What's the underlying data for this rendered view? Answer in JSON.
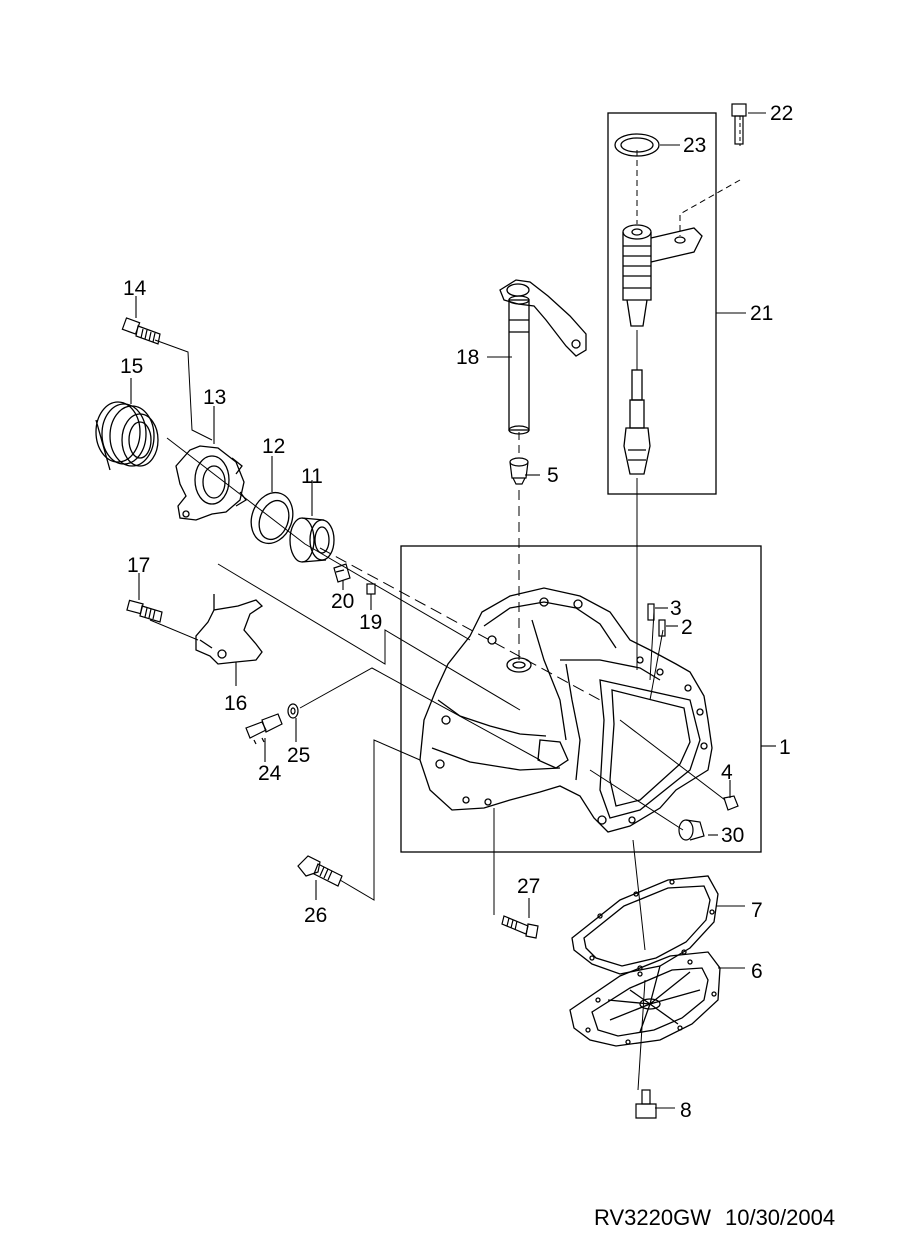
{
  "diagram": {
    "callouts": [
      {
        "id": "p1",
        "number": "1"
      },
      {
        "id": "p2",
        "number": "2"
      },
      {
        "id": "p3",
        "number": "3"
      },
      {
        "id": "p4",
        "number": "4"
      },
      {
        "id": "p5",
        "number": "5"
      },
      {
        "id": "p6",
        "number": "6"
      },
      {
        "id": "p7",
        "number": "7"
      },
      {
        "id": "p8",
        "number": "8"
      },
      {
        "id": "p11",
        "number": "11"
      },
      {
        "id": "p12",
        "number": "12"
      },
      {
        "id": "p13",
        "number": "13"
      },
      {
        "id": "p14",
        "number": "14"
      },
      {
        "id": "p15",
        "number": "15"
      },
      {
        "id": "p16",
        "number": "16"
      },
      {
        "id": "p17",
        "number": "17"
      },
      {
        "id": "p18",
        "number": "18"
      },
      {
        "id": "p19",
        "number": "19"
      },
      {
        "id": "p20",
        "number": "20"
      },
      {
        "id": "p21",
        "number": "21"
      },
      {
        "id": "p22",
        "number": "22"
      },
      {
        "id": "p23",
        "number": "23"
      },
      {
        "id": "p24",
        "number": "24"
      },
      {
        "id": "p25",
        "number": "25"
      },
      {
        "id": "p26",
        "number": "26"
      },
      {
        "id": "p27",
        "number": "27"
      },
      {
        "id": "p30",
        "number": "30"
      }
    ]
  },
  "footer": {
    "drawing_code": "RV3220GW",
    "date": "10/30/2004"
  }
}
